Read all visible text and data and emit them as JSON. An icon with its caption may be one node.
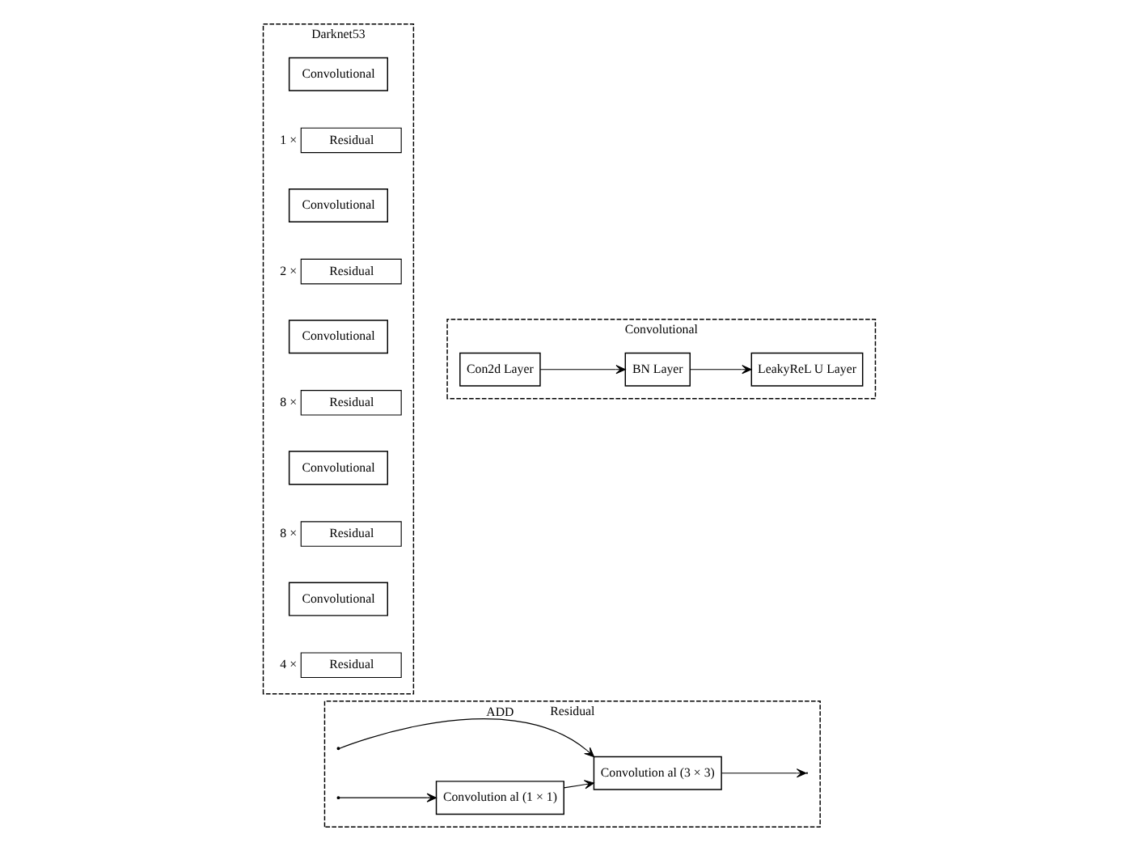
{
  "diagram": {
    "nodes": [
      {
        "text": [
          "Darknet53"
        ]
      },
      {
        "text": [
          "Convolutional"
        ],
        "in": 0
      },
      {
        "text": [
          "Residual"
        ],
        "in": 0,
        "beside": [
          "1 ×"
        ]
      },
      {
        "text": [
          "Convolutional"
        ],
        "in": 0
      },
      {
        "text": [
          "Residual"
        ],
        "in": 0,
        "beside": [
          "2 ×"
        ]
      },
      {
        "text": [
          "Convolutional"
        ],
        "in": 0
      },
      {
        "text": [
          "Residual"
        ],
        "in": 0,
        "beside": [
          "8 ×"
        ]
      },
      {
        "text": [
          "Convolutional"
        ],
        "in": 0
      },
      {
        "text": [
          "Residual"
        ],
        "in": 0,
        "beside": [
          "8 ×"
        ]
      },
      {
        "text": [
          "Convolutional"
        ],
        "in": 0
      },
      {
        "text": [
          "Residual"
        ],
        "in": 0,
        "beside": [
          "4 ×"
        ]
      },
      {
        "text": [
          "Convolutional"
        ]
      },
      {
        "text": [
          "Con2d Layer"
        ],
        "in": 11
      },
      {
        "text": [
          "BN Layer"
        ],
        "in": 11
      },
      {
        "text": [
          "LeakyReL U Layer"
        ],
        "in": 11
      },
      {
        "text": [
          "Residual"
        ]
      },
      {
        "text": [
          "Convolution al (1 × 1)"
        ],
        "in": 15
      },
      {
        "text": [
          "Convolution al (3 × 3)"
        ],
        "in": 15
      }
    ],
    "edges": [
      {
        "from": 12,
        "to": 13,
        "arrow": "to"
      },
      {
        "from": 13,
        "to": 14,
        "arrow": "to"
      },
      {
        "from": null,
        "to": 16,
        "arrow": "to"
      },
      {
        "from": 16,
        "to": 17,
        "arrow": "to"
      },
      {
        "from": null,
        "to": 17,
        "arrow": "to",
        "label": "ADD"
      },
      {
        "from": 17,
        "to": null,
        "arrow": "to"
      }
    ]
  }
}
